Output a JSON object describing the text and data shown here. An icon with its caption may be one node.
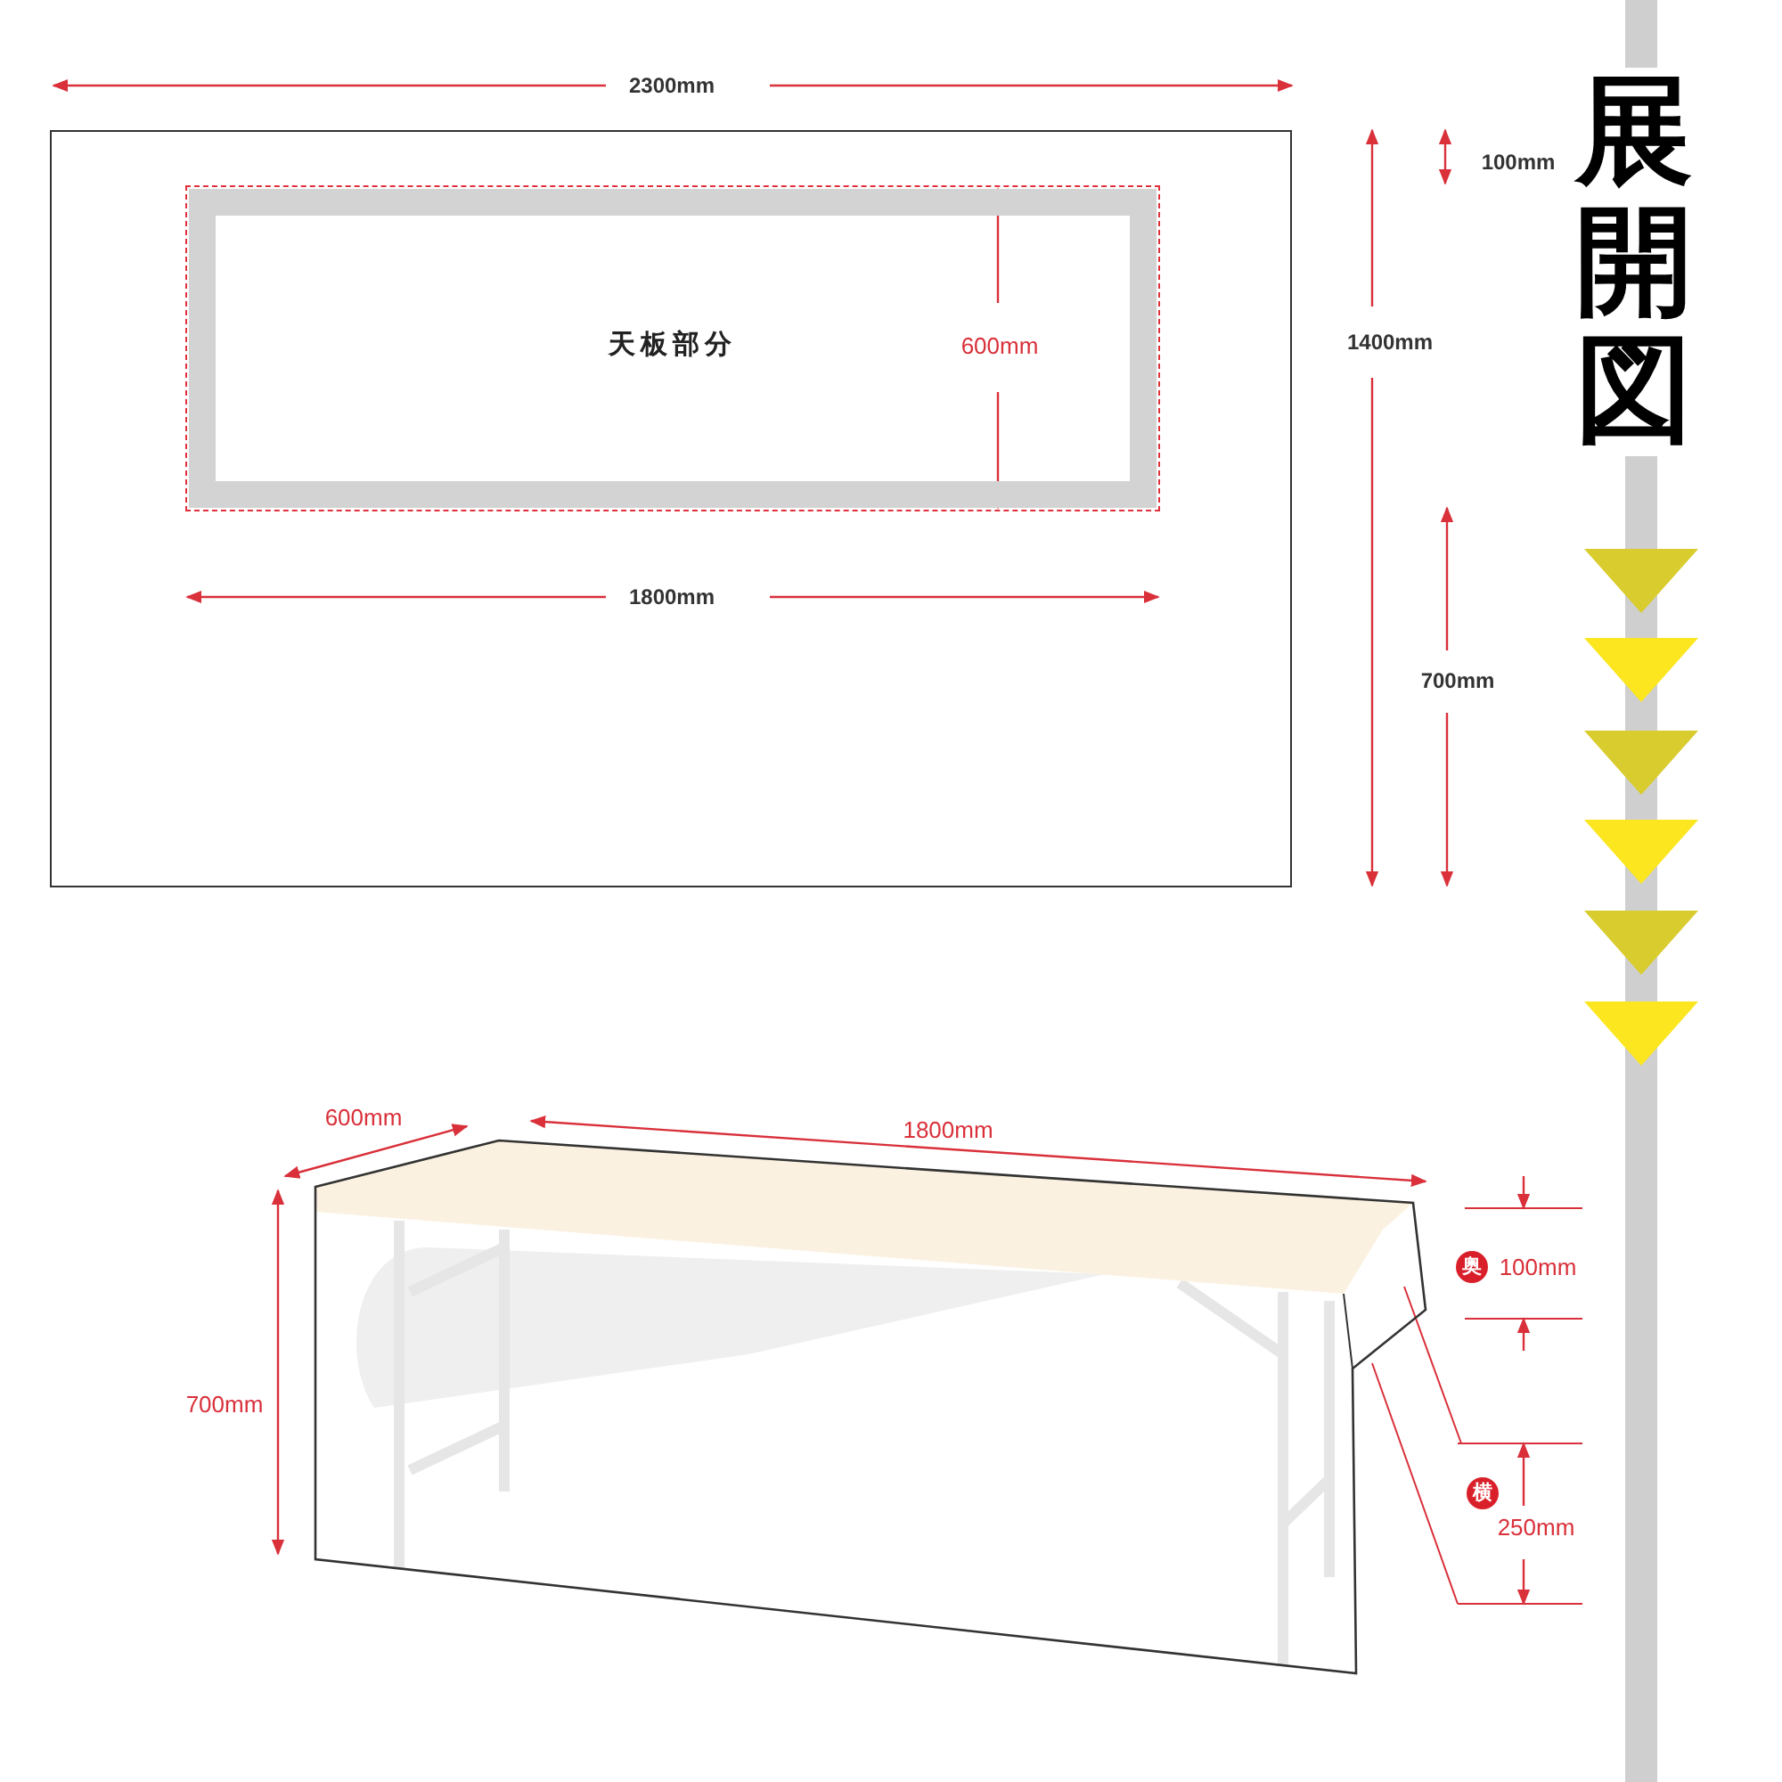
{
  "diagram": {
    "title": "展開図",
    "nodes": [
      {
        "text": [],
        "shape": "box"
      },
      {
        "text": [
          "天板部分"
        ],
        "in": 0
      }
    ],
    "edges": [],
    "labels": [
      "2300mm",
      "100mm",
      "600mm",
      "1400mm",
      "1800mm",
      "700mm",
      "600mm",
      "1800mm",
      "700mm",
      "奥",
      "100mm",
      "横",
      "250mm"
    ]
  }
}
